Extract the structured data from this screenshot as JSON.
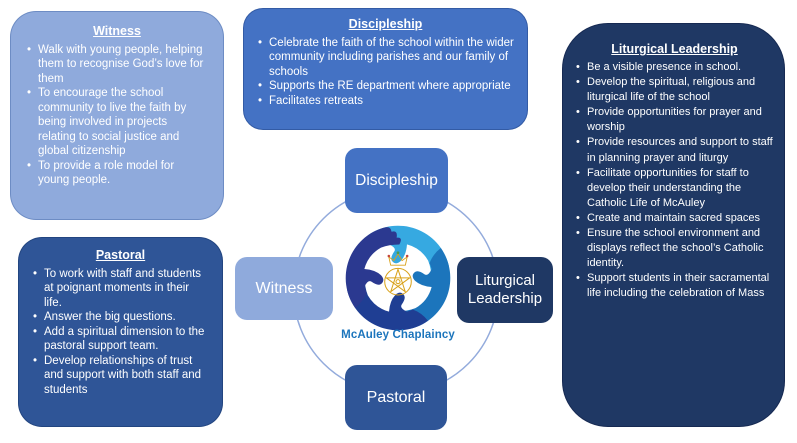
{
  "panels": {
    "witness": {
      "title": "Witness",
      "bullets": [
        "Walk with young people, helping them to recognise God’s love for them",
        "To encourage the school community to live the faith by being involved in projects relating to social justice and global citizenship",
        "To provide a role model for young people."
      ]
    },
    "discipleship": {
      "title": "Discipleship",
      "bullets": [
        "Celebrate the faith of the school within the wider community including parishes and our family of schools",
        "Supports the RE department where appropriate",
        "Facilitates retreats"
      ]
    },
    "liturgical": {
      "title": "Liturgical Leadership",
      "bullets": [
        "Be a visible presence in school.",
        "Develop the spiritual, religious and liturgical life of the school",
        "Provide opportunities for prayer and worship",
        "Provide resources and support to staff in planning prayer and liturgy",
        "Facilitate opportunities for staff to develop their understanding the Catholic Life of McAuley",
        "Create and maintain sacred spaces",
        "Ensure the school environment and displays reflect the school’s Catholic identity.",
        "Support students in their sacramental life including the celebration of Mass"
      ]
    },
    "pastoral": {
      "title": "Pastoral",
      "bullets": [
        "To work with staff and students at poignant moments in their life.",
        "Answer the big questions.",
        "Add a spiritual dimension to the pastoral support team.",
        "Develop relationships of trust and support with both staff and students"
      ]
    }
  },
  "nodes": {
    "top": "Discipleship",
    "left": "Witness",
    "right": "Liturgical Leadership",
    "bottom": "Pastoral"
  },
  "logo": {
    "caption": "McAuley Chaplaincy"
  },
  "colors": {
    "witness": "#8FAADC",
    "discipleship": "#4472C4",
    "pastoral": "#2F5597",
    "liturgical": "#1F3864",
    "ring": "#93ABDC",
    "hand_top": "#36A9E1",
    "hand_right": "#1C75BC",
    "hand_bottom": "#1F3E93",
    "hand_left": "#2B3990",
    "logo_gold": "#D9A21B",
    "jewel_red": "#C4453B",
    "jewel_green": "#4E9A51",
    "caption_blue": "#1C75BC"
  }
}
